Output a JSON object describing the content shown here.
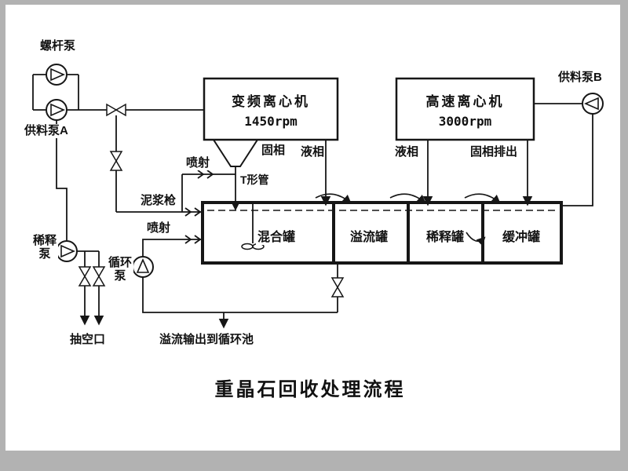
{
  "title": "重晶石回收处理流程",
  "machines": {
    "vfd_centrifuge": {
      "name": "变频离心机",
      "speed": "1450rpm"
    },
    "hs_centrifuge": {
      "name": "高速离心机",
      "speed": "3000rpm"
    }
  },
  "pumps": {
    "screw_pump": "螺杆泵",
    "feed_pump_a": "供料泵A",
    "feed_pump_b": "供料泵B",
    "dilution_pump": "稀释泵",
    "circulation_pump": "循环泵"
  },
  "tanks": {
    "mixing": "混合罐",
    "overflow": "溢流罐",
    "dilution": "稀释罐",
    "buffer": "缓冲罐"
  },
  "labels": {
    "solid_phase": "固相",
    "liquid_phase_left": "液相",
    "liquid_phase_right": "液相",
    "solid_discharge": "固相排出",
    "jet_top": "喷射",
    "t_pipe": "T形管",
    "mud_gun": "泥浆枪",
    "jet_left": "喷射",
    "vacuum_port": "抽空口",
    "overflow_output": "溢流输出到循环池"
  },
  "colors": {
    "line": "#161616",
    "frame": "#b2b2b2"
  }
}
